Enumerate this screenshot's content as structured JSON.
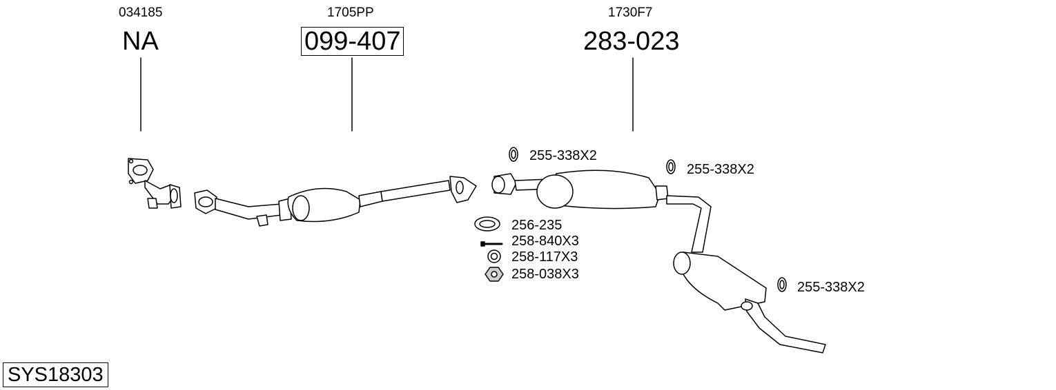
{
  "system_code": "SYS18303",
  "sections": [
    {
      "ref_code": "034185",
      "part_number": "NA",
      "boxed": false
    },
    {
      "ref_code": "1705PP",
      "part_number": "099-407",
      "boxed": true
    },
    {
      "ref_code": "1730F7",
      "part_number": "283-023",
      "boxed": false
    }
  ],
  "accessories": [
    {
      "label": "255-338X2",
      "icon": "gasket-ring-icon"
    },
    {
      "label": "255-338X2",
      "icon": "gasket-ring-icon"
    },
    {
      "label": "256-235",
      "icon": "flange-gasket-icon"
    },
    {
      "label": "258-840X3",
      "icon": "bolt-icon"
    },
    {
      "label": "258-117X3",
      "icon": "washer-icon"
    },
    {
      "label": "258-038X3",
      "icon": "nut-icon"
    },
    {
      "label": "255-338X2",
      "icon": "gasket-ring-icon"
    }
  ]
}
